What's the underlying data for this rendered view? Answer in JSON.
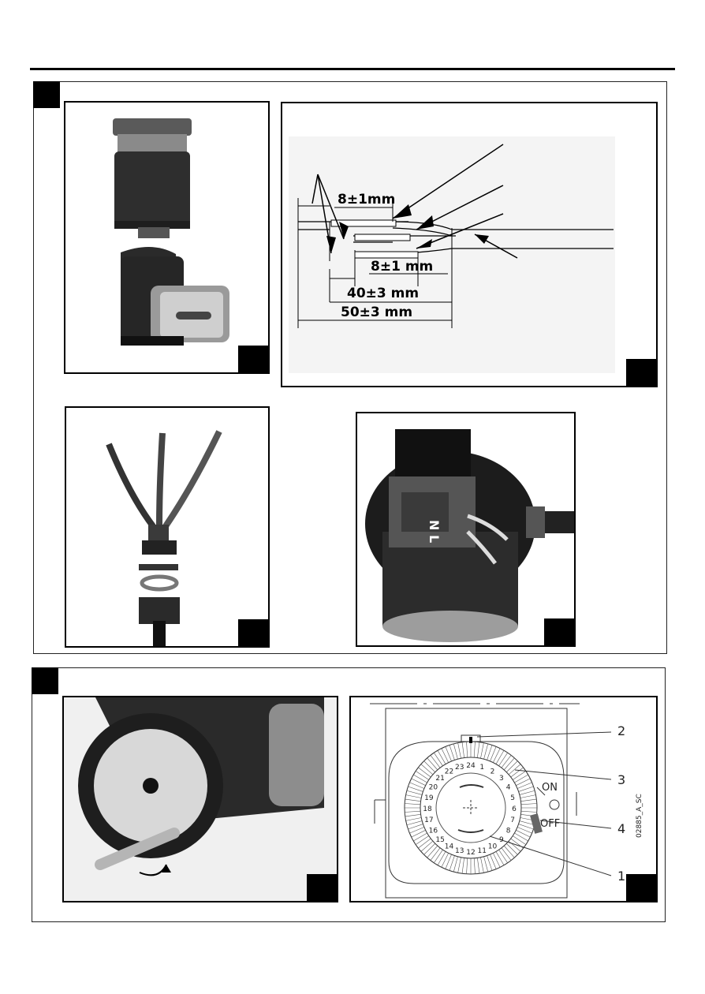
{
  "dimension_diagram": {
    "dim_a": "8±1mm",
    "dim_b": "8±1 mm",
    "dim_c": "40±3 mm",
    "dim_d": "50±3 mm"
  },
  "timer_diagram": {
    "callout_1": "1",
    "callout_2": "2",
    "callout_3": "3",
    "callout_4": "4",
    "on_label": "ON",
    "off_label": "OFF",
    "code": "02885_A_SC"
  },
  "dial": {
    "hours": [
      "24",
      "23",
      "22",
      "21",
      "20",
      "19",
      "18",
      "17",
      "16",
      "15",
      "14",
      "13",
      "12",
      "11",
      "10",
      "9",
      "8",
      "7",
      "6",
      "5",
      "4",
      "3",
      "2",
      "1"
    ]
  },
  "colors": {
    "ink": "#000000",
    "photo_dark": "#2b2b2b",
    "photo_mid": "#6a6a6a",
    "photo_light": "#d9d9d9"
  }
}
